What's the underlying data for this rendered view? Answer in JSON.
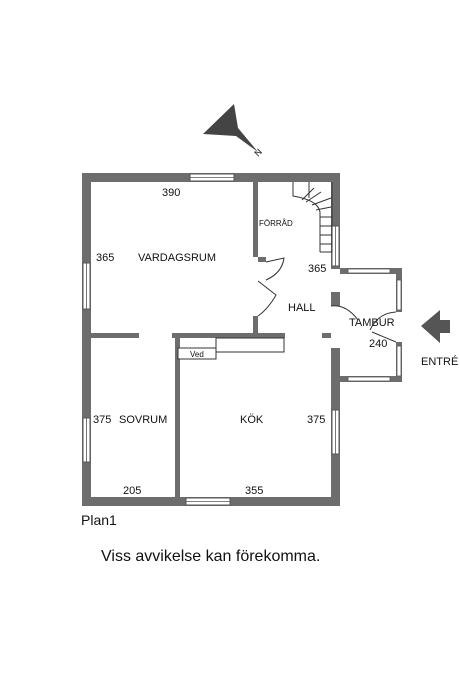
{
  "compass": {
    "label": "N"
  },
  "rooms": {
    "vardagsrum": "VARDAGSRUM",
    "forrad": "FÖRRÅD",
    "hall": "HALL",
    "tambur": "TAMBUR",
    "sovrum": "SOVRUM",
    "kok": "KÖK",
    "ved": "Ved"
  },
  "dimensions": {
    "top_living": "390",
    "left_living": "365",
    "hall_right": "365",
    "tambur": "240",
    "left_bedroom": "375",
    "kitchen_right": "375",
    "bottom_bedroom": "205",
    "bottom_kitchen": "355"
  },
  "entrance": {
    "label": "ENTRÉ"
  },
  "plan_title": "Plan1",
  "disclaimer": "Viss avvikelse kan förekomma."
}
